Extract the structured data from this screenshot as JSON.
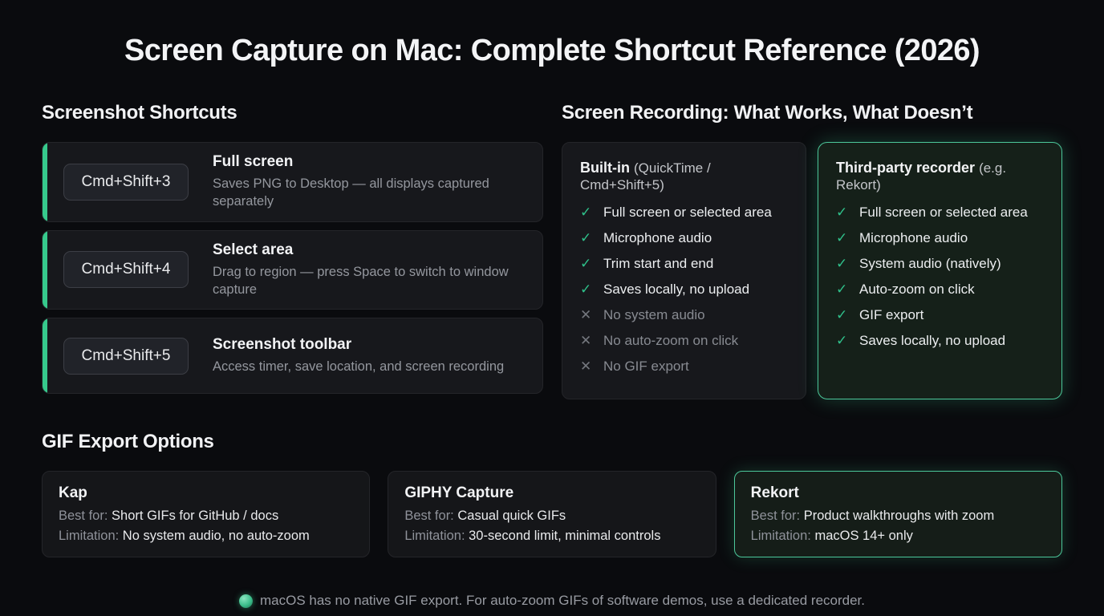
{
  "page": {
    "title": "Screen Capture on Mac: Complete Shortcut Reference (2026)"
  },
  "colors": {
    "accent_green": "#36c98c",
    "check_green": "#2fc08a",
    "highlight_border": "#4cc79a",
    "background": "#0a0b0e",
    "card_background": "#17181c"
  },
  "icons": {
    "check_icon": "✓",
    "x_icon": "✕",
    "rekort_logo_icon": "green-sphere"
  },
  "shortcuts": {
    "heading": "Screenshot Shortcuts",
    "items": [
      {
        "keys": "Cmd+Shift+3",
        "title": "Full screen",
        "description": "Saves PNG to Desktop — all displays captured separately"
      },
      {
        "keys": "Cmd+Shift+4",
        "title": "Select area",
        "description": "Drag to region — press Space to switch to window capture"
      },
      {
        "keys": "Cmd+Shift+5",
        "title": "Screenshot toolbar",
        "description": "Access timer, save location, and screen recording"
      }
    ]
  },
  "recording": {
    "heading": "Screen Recording: What Works, What Doesn’t",
    "columns": [
      {
        "title": "Built-in",
        "subtitle": "(QuickTime / Cmd+Shift+5)",
        "highlighted": false,
        "items": [
          {
            "ok": true,
            "mark": "✓",
            "label": "Full screen or selected area"
          },
          {
            "ok": true,
            "mark": "✓",
            "label": "Microphone audio"
          },
          {
            "ok": true,
            "mark": "✓",
            "label": "Trim start and end"
          },
          {
            "ok": true,
            "mark": "✓",
            "label": "Saves locally, no upload"
          },
          {
            "ok": false,
            "mark": "✕",
            "label": "No system audio"
          },
          {
            "ok": false,
            "mark": "✕",
            "label": "No auto-zoom on click"
          },
          {
            "ok": false,
            "mark": "✕",
            "label": "No GIF export"
          }
        ]
      },
      {
        "title": "Third-party recorder",
        "subtitle": "(e.g. Rekort)",
        "highlighted": true,
        "items": [
          {
            "ok": true,
            "mark": "✓",
            "label": "Full screen or selected area"
          },
          {
            "ok": true,
            "mark": "✓",
            "label": "Microphone audio"
          },
          {
            "ok": true,
            "mark": "✓",
            "label": "System audio (natively)"
          },
          {
            "ok": true,
            "mark": "✓",
            "label": "Auto-zoom on click"
          },
          {
            "ok": true,
            "mark": "✓",
            "label": "GIF export"
          },
          {
            "ok": true,
            "mark": "✓",
            "label": "Saves locally, no upload"
          }
        ]
      }
    ]
  },
  "gif_options": {
    "heading": "GIF Export Options",
    "labels": {
      "best": "Best for:",
      "limitation": "Limitation:"
    },
    "cards": [
      {
        "name": "Kap",
        "best": "Short GIFs for GitHub / docs",
        "limitation": "No system audio, no auto-zoom",
        "highlighted": false
      },
      {
        "name": "GIPHY Capture",
        "best": "Casual quick GIFs",
        "limitation": "30-second limit, minimal controls",
        "highlighted": false
      },
      {
        "name": "Rekort",
        "best": "Product walkthroughs with zoom",
        "limitation": "macOS 14+ only",
        "highlighted": true
      }
    ]
  },
  "footer": {
    "note": "macOS has no native GIF export. For auto-zoom GIFs of software demos, use a dedicated recorder."
  }
}
